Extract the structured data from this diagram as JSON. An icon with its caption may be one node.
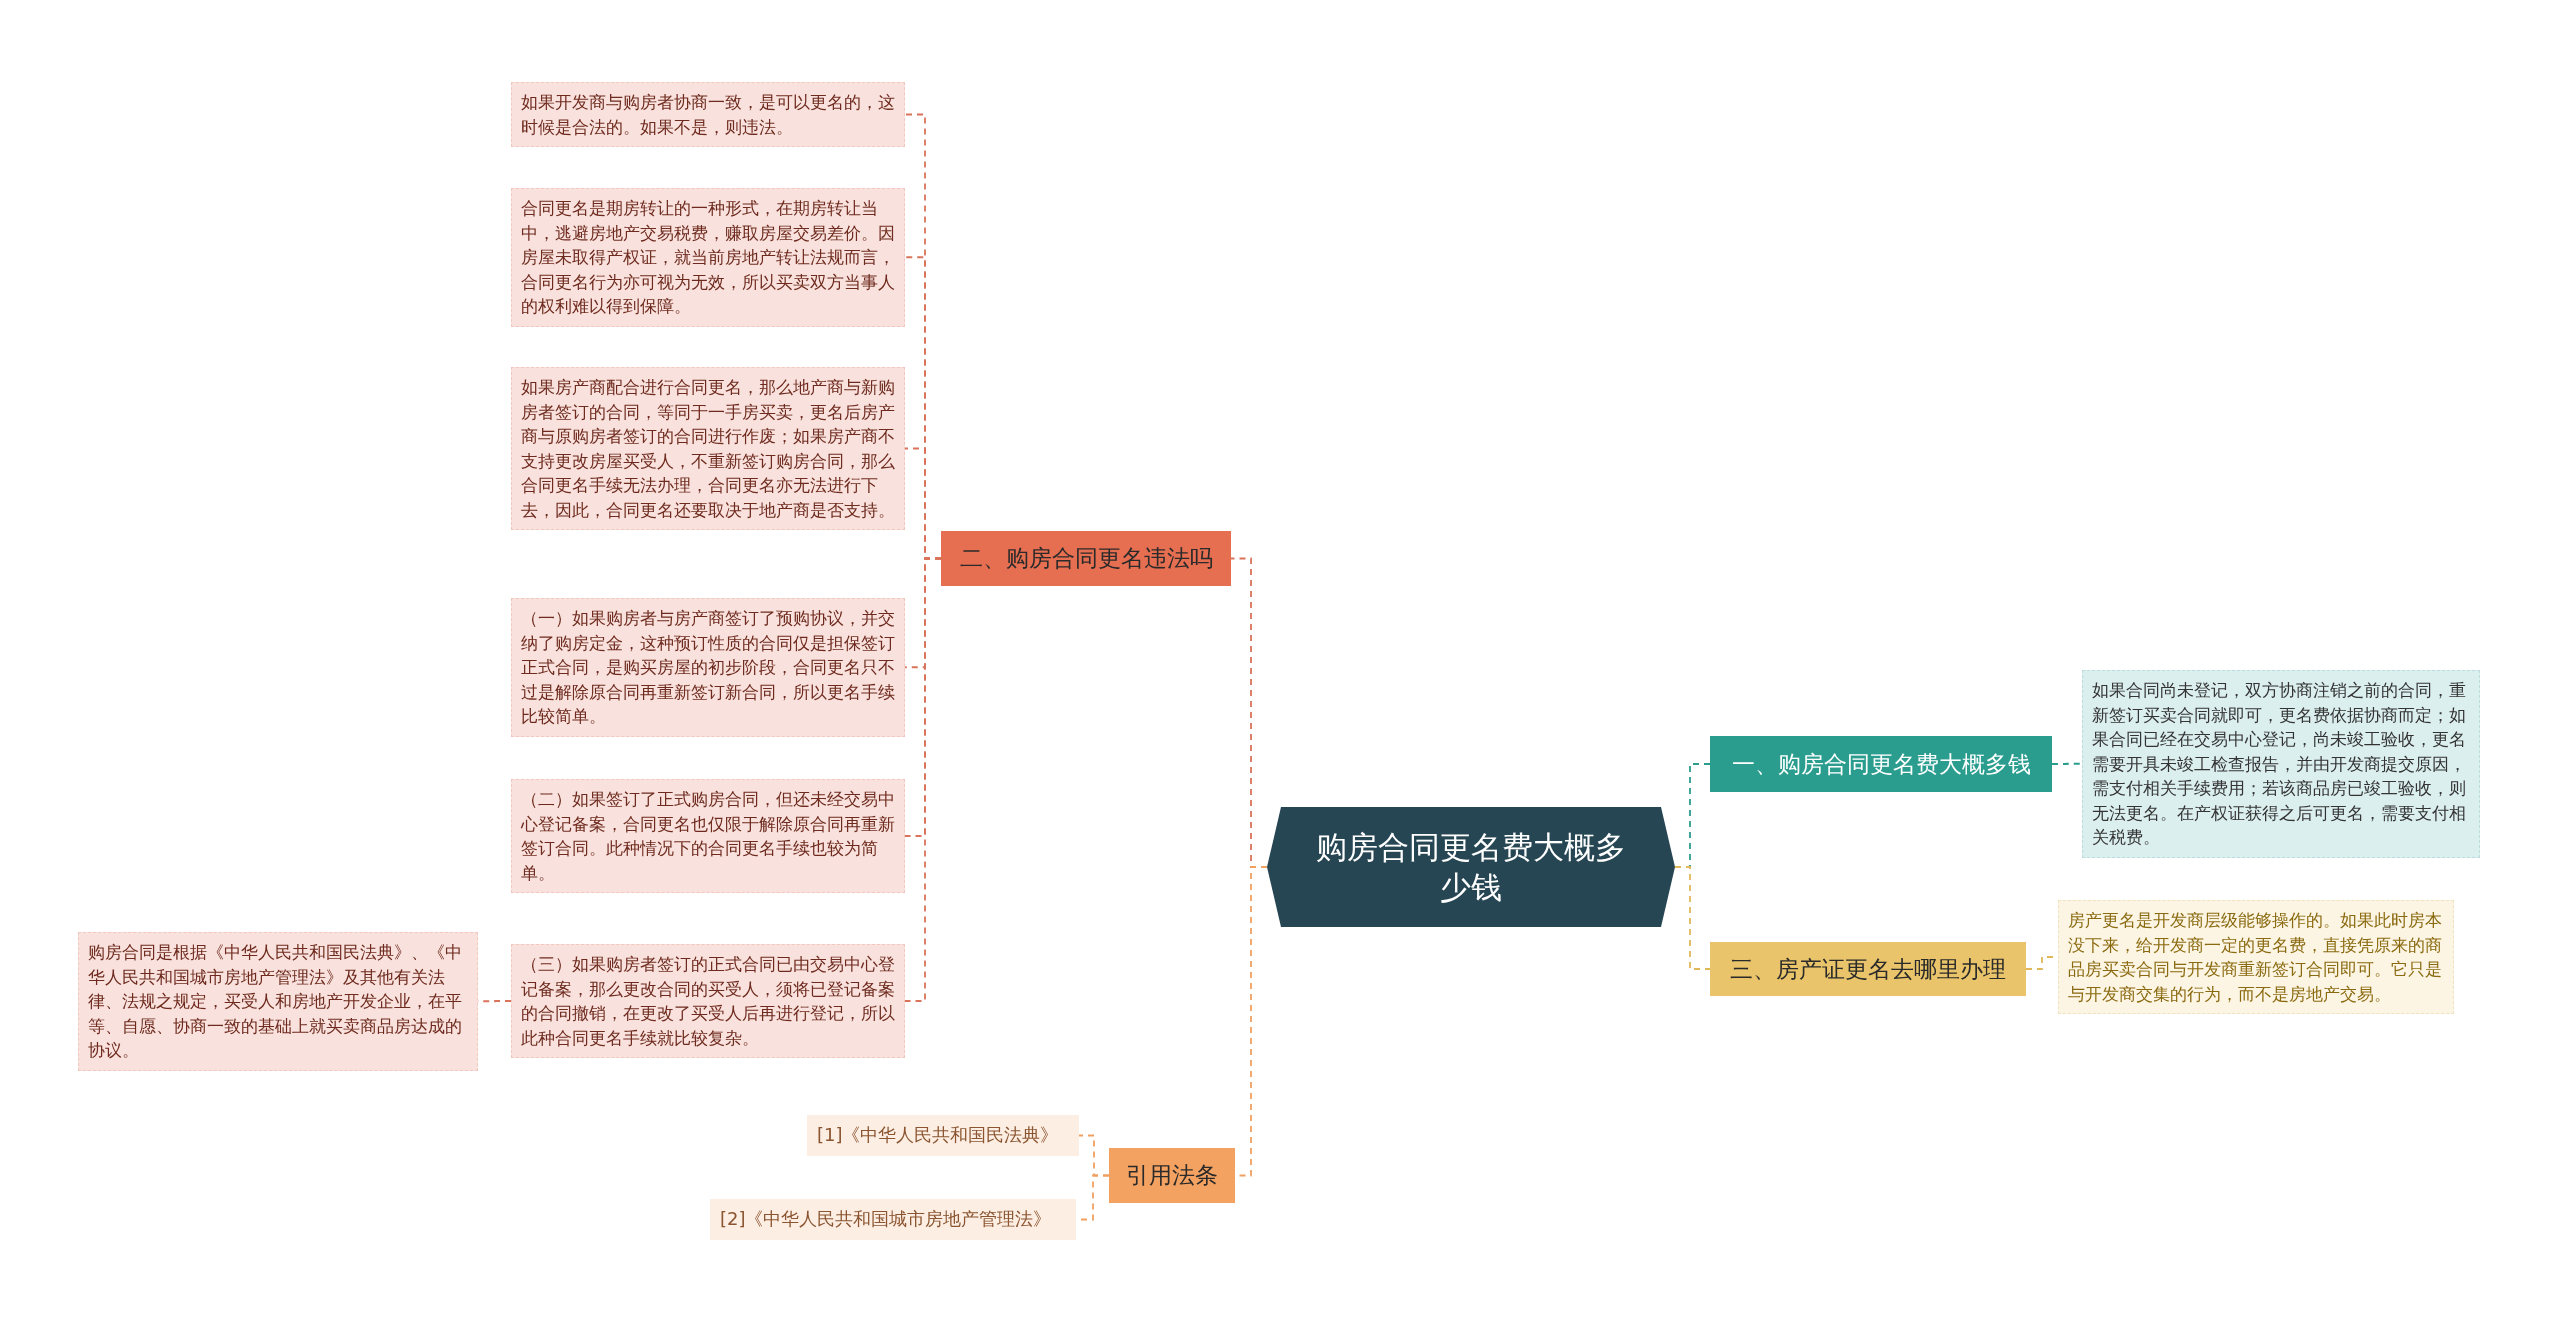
{
  "diagram": {
    "nodes": [
      {
        "text": [
          "购房合同更名费大概多少钱"
        ]
      },
      {
        "text": [
          "一、购房合同更名费大概多钱"
        ]
      },
      {
        "text": [
          "如果合同尚未登记，双方协商注销之前的合同，重新签订买卖合同就即可，更名费依据协商而定；如果合同已经在交易中心登记，尚未竣工验收，更名需要开具未竣工检查报告，并由开发商提交原因，需支付相关手续费用；若该商品房已竣工验收，则无法更名。在产权证获得之后可更名，需要支付相关税费。"
        ]
      },
      {
        "text": [
          "三、房产证更名去哪里办理"
        ]
      },
      {
        "text": [
          "房产更名是开发商层级能够操作的。如果此时房本没下来，给开发商一定的更名费，直接凭原来的商品房买卖合同与开发商重新签订合同即可。它只是与开发商交集的行为，而不是房地产交易。"
        ]
      },
      {
        "text": [
          "二、购房合同更名违法吗"
        ]
      },
      {
        "text": [
          "如果开发商与购房者协商一致，是可以更名的，这时候是合法的。如果不是，则违法。"
        ]
      },
      {
        "text": [
          "合同更名是期房转让的一种形式，在期房转让当中，逃避房地产交易税费，赚取房屋交易差价。因房屋未取得产权证，就当前房地产转让法规而言，合同更名行为亦可视为无效，所以买卖双方当事人的权利难以得到保障。"
        ]
      },
      {
        "text": [
          "如果房产商配合进行合同更名，那么地产商与新购房者签订的合同，等同于一手房买卖，更名后房产商与原购房者签订的合同进行作废；如果房产商不支持更改房屋买受人，不重新签订购房合同，那么合同更名手续无法办理，合同更名亦无法进行下去，因此，合同更名还要取决于地产商是否支持。"
        ]
      },
      {
        "text": [
          "（一）如果购房者与房产商签订了预购协议，并交纳了购房定金，这种预订性质的合同仅是担保签订正式合同，是购买房屋的初步阶段，合同更名只不过是解除原合同再重新签订新合同，所以更名手续比较简单。"
        ]
      },
      {
        "text": [
          "（二）如果签订了正式购房合同，但还未经交易中心登记备案，合同更名也仅限于解除原合同再重新签订合同。此种情况下的合同更名手续也较为简单。"
        ]
      },
      {
        "text": [
          "（三）如果购房者签订的正式合同已由交易中心登记备案，那么更改合同的买受人，须将已登记备案的合同撤销，在更改了买受人后再进行登记，所以此种合同更名手续就比较复杂。"
        ]
      },
      {
        "text": [
          "购房合同是根据《中华人民共和国民法典》、《中华人民共和国城市房地产管理法》及其他有关法律、法规之规定，买受人和房地产开发企业，在平等、自愿、协商一致的基础上就买卖商品房达成的协议。"
        ]
      },
      {
        "text": [
          "引用法条"
        ]
      },
      {
        "text": [
          "[1]《中华人民共和国民法典》"
        ]
      },
      {
        "text": [
          "[2]《中华人民共和国城市房地产管理法》"
        ]
      }
    ],
    "edges": [
      {
        "from": 0,
        "to": 1,
        "arrow": "none",
        "style": "dashed",
        "color": "#2a9d8f"
      },
      {
        "from": 1,
        "to": 2,
        "arrow": "none",
        "style": "dashed",
        "color": "#2a9d8f"
      },
      {
        "from": 0,
        "to": 3,
        "arrow": "none",
        "style": "dashed",
        "color": "#e0b85a"
      },
      {
        "from": 3,
        "to": 4,
        "arrow": "none",
        "style": "dashed",
        "color": "#e0b85a"
      },
      {
        "from": 0,
        "to": 5,
        "arrow": "none",
        "style": "dashed"
      },
      {
        "from": 5,
        "to": 6,
        "arrow": "none",
        "style": "dashed"
      },
      {
        "from": 5,
        "to": 7,
        "arrow": "none",
        "style": "dashed"
      },
      {
        "from": 5,
        "to": 8,
        "arrow": "none",
        "style": "dashed"
      },
      {
        "from": 5,
        "to": 9,
        "arrow": "none",
        "style": "dashed"
      },
      {
        "from": 5,
        "to": 10,
        "arrow": "none",
        "style": "dashed"
      },
      {
        "from": 5,
        "to": 11,
        "arrow": "none",
        "style": "dashed"
      },
      {
        "from": 11,
        "to": 12,
        "arrow": "none",
        "style": "dashed"
      },
      {
        "from": 0,
        "to": 13,
        "arrow": "none",
        "style": "dashed",
        "color": "#f0a060"
      },
      {
        "from": 13,
        "to": 14,
        "arrow": "none",
        "style": "dashed",
        "color": "#f0a060"
      },
      {
        "from": 13,
        "to": 15,
        "arrow": "none",
        "style": "dashed",
        "color": "#f0a060"
      }
    ]
  }
}
